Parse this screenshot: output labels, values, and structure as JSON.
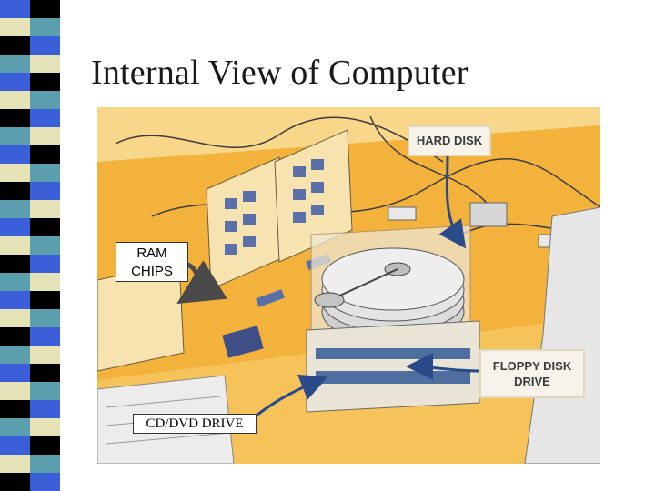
{
  "slide": {
    "title": "Internal View of Computer"
  },
  "labels": {
    "ram_chips_line1": "RAM",
    "ram_chips_line2": "CHIPS",
    "cd_dvd_drive": "CD/DVD DRIVE",
    "hard_disk": "HARD DISK",
    "floppy_line1": "FLOPPY DISK",
    "floppy_line2": "DRIVE"
  },
  "colors": {
    "background": "#ffffff",
    "board_orange": "#f2b23c",
    "board_light": "#f8d68a",
    "component_grey": "#c7c7c7",
    "chip_blue": "#5b6fa8",
    "stripe_blue": "#3a5fd8",
    "stripe_teal": "#5b9fae",
    "stripe_black": "#000000",
    "stripe_cream": "#e6e2b8"
  }
}
